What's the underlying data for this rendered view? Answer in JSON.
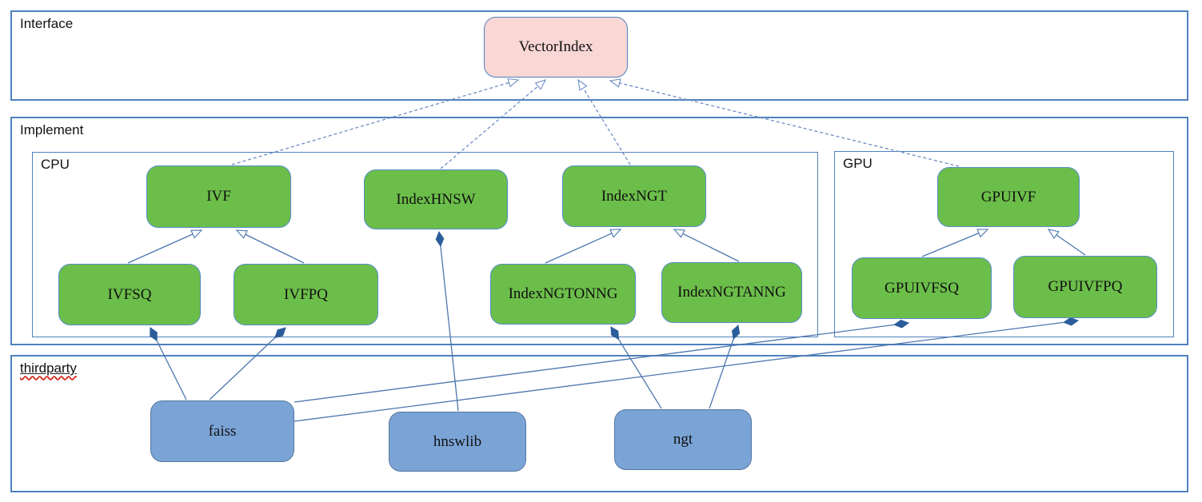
{
  "diagram": {
    "containers": {
      "interface": {
        "label": "Interface"
      },
      "implement": {
        "label": "Implement"
      },
      "cpu": {
        "label": "CPU"
      },
      "gpu": {
        "label": "GPU"
      },
      "thirdparty": {
        "label": "thirdparty"
      }
    },
    "nodes": {
      "vectorindex": {
        "label": "VectorIndex",
        "container": "interface"
      },
      "ivf": {
        "label": "IVF",
        "container": "cpu"
      },
      "indexhnsw": {
        "label": "IndexHNSW",
        "container": "cpu"
      },
      "indexngt": {
        "label": "IndexNGT",
        "container": "cpu"
      },
      "gpuivf": {
        "label": "GPUIVF",
        "container": "gpu"
      },
      "ivfsq": {
        "label": "IVFSQ",
        "container": "cpu"
      },
      "ivfpq": {
        "label": "IVFPQ",
        "container": "cpu"
      },
      "indexngtonng": {
        "label": "IndexNGTONNG",
        "container": "cpu"
      },
      "indexngtanng": {
        "label": "IndexNGTANNG",
        "container": "cpu"
      },
      "gpuivfsq": {
        "label": "GPUIVFSQ",
        "container": "gpu"
      },
      "gpuivfpq": {
        "label": "GPUIVFPQ",
        "container": "gpu"
      },
      "faiss": {
        "label": "faiss",
        "container": "thirdparty"
      },
      "hnswlib": {
        "label": "hnswlib",
        "container": "thirdparty"
      },
      "ngt": {
        "label": "ngt",
        "container": "thirdparty"
      }
    },
    "edges": [
      {
        "from": "IVF",
        "to": "VectorIndex",
        "type": "realization-dashed-hollow-arrow"
      },
      {
        "from": "IndexHNSW",
        "to": "VectorIndex",
        "type": "realization-dashed-hollow-arrow"
      },
      {
        "from": "IndexNGT",
        "to": "VectorIndex",
        "type": "realization-dashed-hollow-arrow"
      },
      {
        "from": "GPUIVF",
        "to": "VectorIndex",
        "type": "realization-dashed-hollow-arrow"
      },
      {
        "from": "IVFSQ",
        "to": "IVF",
        "type": "inheritance-hollow-arrow"
      },
      {
        "from": "IVFPQ",
        "to": "IVF",
        "type": "inheritance-hollow-arrow"
      },
      {
        "from": "IndexNGTONNG",
        "to": "IndexNGT",
        "type": "inheritance-hollow-arrow"
      },
      {
        "from": "IndexNGTANNG",
        "to": "IndexNGT",
        "type": "inheritance-hollow-arrow"
      },
      {
        "from": "GPUIVFSQ",
        "to": "GPUIVF",
        "type": "inheritance-hollow-arrow"
      },
      {
        "from": "GPUIVFPQ",
        "to": "GPUIVF",
        "type": "inheritance-hollow-arrow"
      },
      {
        "from": "faiss",
        "to": "IVFSQ",
        "type": "composition-filled-diamond"
      },
      {
        "from": "faiss",
        "to": "IVFPQ",
        "type": "composition-filled-diamond"
      },
      {
        "from": "faiss",
        "to": "GPUIVFSQ",
        "type": "composition-filled-diamond"
      },
      {
        "from": "faiss",
        "to": "GPUIVFPQ",
        "type": "composition-filled-diamond"
      },
      {
        "from": "hnswlib",
        "to": "IndexHNSW",
        "type": "composition-filled-diamond"
      },
      {
        "from": "ngt",
        "to": "IndexNGTONNG",
        "type": "composition-filled-diamond"
      },
      {
        "from": "ngt",
        "to": "IndexNGTANNG",
        "type": "composition-filled-diamond"
      }
    ],
    "colors": {
      "interface_node_fill": "#f8d7d5",
      "implement_node_fill": "#6cbe4a",
      "thirdparty_node_fill": "#7ba4d6",
      "container_border": "#4f81bd",
      "solid_edge": "#4c77ae",
      "dashed_edge": "#6d8cc4",
      "diamond_fill": "#2b5d9b",
      "spellcheck_underline": "#d22015"
    }
  }
}
